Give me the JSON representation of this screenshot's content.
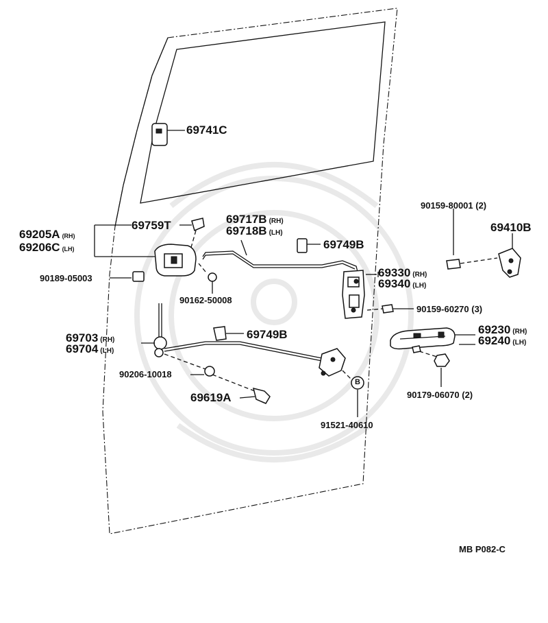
{
  "diagram": {
    "labels": {
      "p69741c": "69741C",
      "p69759t": "69759T",
      "p69205a": "69205A",
      "p69205a_suffix": "(RH)",
      "p69206c": "69206C",
      "p69206c_suffix": "(LH)",
      "p69717b": "69717B",
      "p69717b_suffix": "(RH)",
      "p69718b": "69718B",
      "p69718b_suffix": "(LH)",
      "p69749b_upper": "69749B",
      "p90189": "90189-05003",
      "p90162": "90162-50008",
      "p90159_80001": "90159-80001 (2)",
      "p69410b": "69410B",
      "p69330": "69330",
      "p69330_suffix": "(RH)",
      "p69340": "69340",
      "p69340_suffix": "(LH)",
      "p90159_60270": "90159-60270 (3)",
      "p69703": "69703",
      "p69703_suffix": "(RH)",
      "p69704": "69704",
      "p69704_suffix": "(LH)",
      "p69749b_lower": "69749B",
      "p69230": "69230",
      "p69230_suffix": "(RH)",
      "p69240": "69240",
      "p69240_suffix": "(LH)",
      "p90206": "90206-10018",
      "p69619a": "69619A",
      "p90179": "90179-06070 (2)",
      "p91521": "91521-40610",
      "marker_b": "B",
      "ref_code": "MB  P082-C"
    },
    "colors": {
      "ink": "#111111",
      "watermark": "#e9e9e9",
      "background": "#ffffff"
    }
  }
}
